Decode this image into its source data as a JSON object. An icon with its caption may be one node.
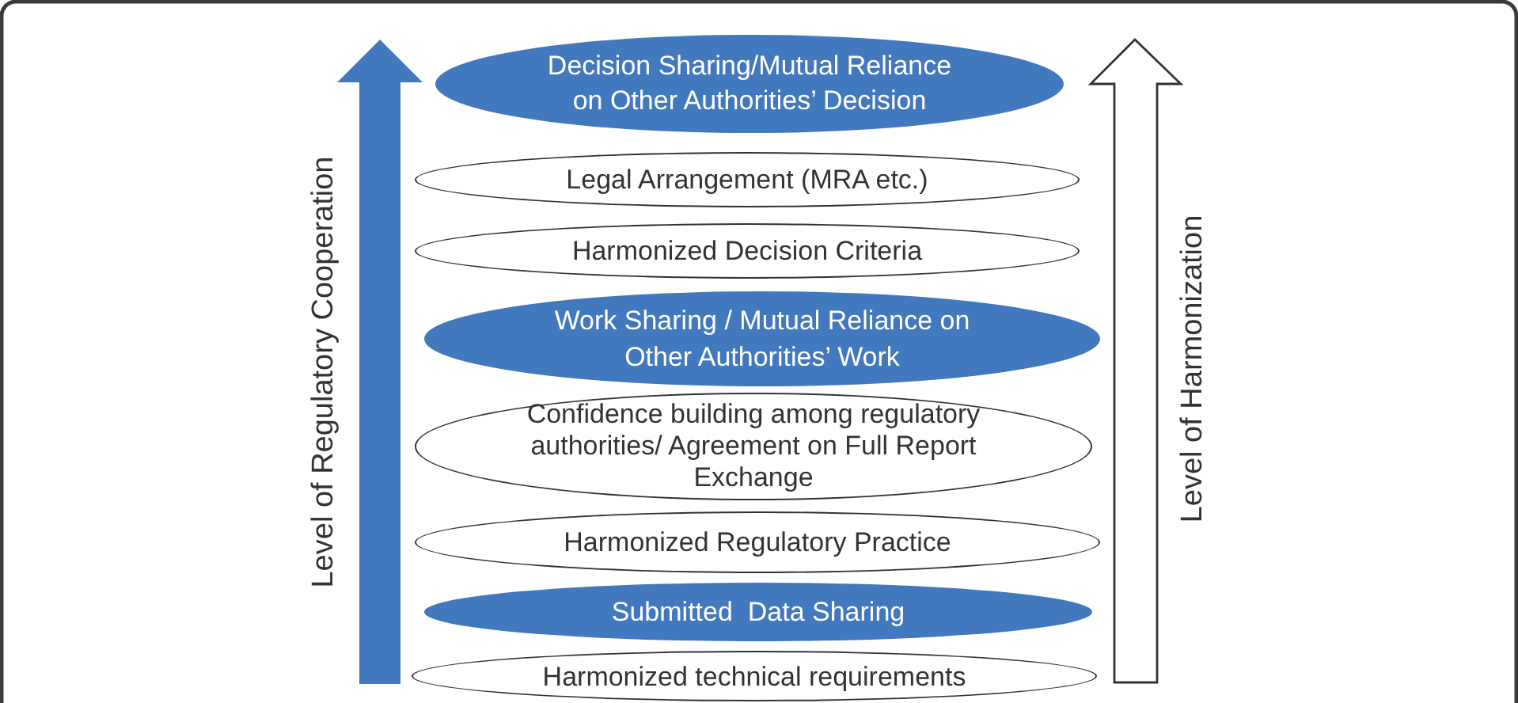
{
  "diagram": {
    "nodes": [
      {
        "text": [
          "Decision Sharing/Mutual Reliance on Other Authorities’ Decision"
        ]
      },
      {
        "text": [
          "Legal Arrangement (MRA etc.)"
        ]
      },
      {
        "text": [
          "Harmonized Decision Criteria"
        ]
      },
      {
        "text": [
          "Work Sharing / Mutual Reliance on Other Authorities’ Work"
        ]
      },
      {
        "text": [
          "Confidence building among regulatory authorities/ Agreement on Full Report Exchange"
        ]
      },
      {
        "text": [
          "Harmonized Regulatory Practice"
        ]
      },
      {
        "text": [
          "Submitted  Data Sharing"
        ]
      },
      {
        "text": [
          "Harmonized technical requirements"
        ]
      }
    ],
    "labels": [
      "Level of Regulatory Cooperation",
      "Level of Harmonization"
    ]
  }
}
